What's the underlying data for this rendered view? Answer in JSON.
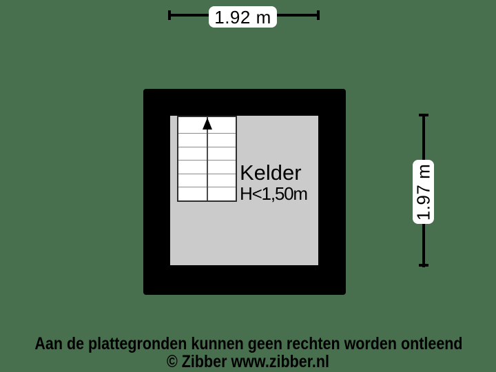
{
  "colors": {
    "background": "#48704E",
    "wall": "#000000",
    "room": "#CBCBCB",
    "stairs_fill": "#FFFFFF",
    "stairs_border": "#2E2E2E",
    "tread_line": "#8A8A8A",
    "dim_line": "#000000",
    "label_box": "#FFFFFF",
    "text": "#000000"
  },
  "dimension_top": {
    "label": "1.92 m"
  },
  "dimension_right": {
    "label": "1.97 m"
  },
  "room": {
    "name": "Kelder",
    "height_note": "H<1,50m"
  },
  "stairs": {
    "treads": 6,
    "direction": "up"
  },
  "footer": {
    "disclaimer": "Aan de plattegronden kunnen geen rechten worden ontleend",
    "copyright": "© Zibber www.zibber.nl"
  }
}
